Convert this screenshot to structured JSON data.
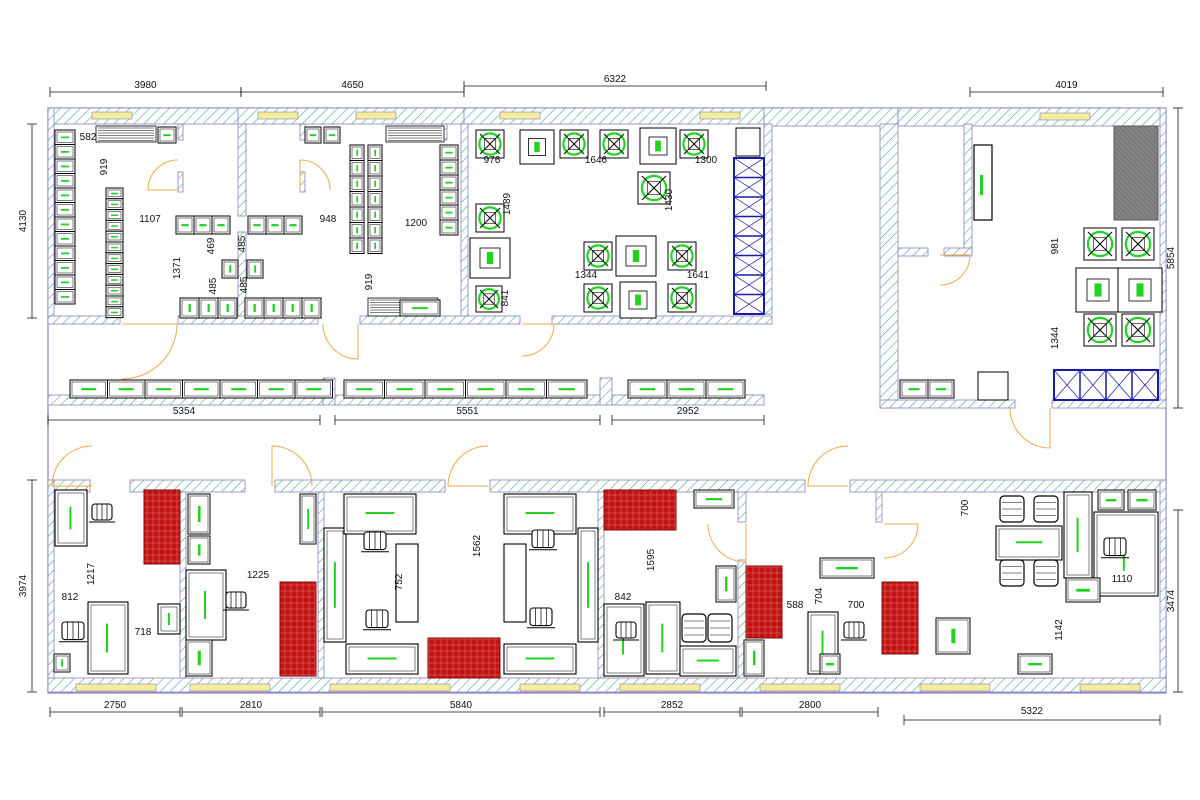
{
  "dims": {
    "top": [
      "3980",
      "4650",
      "6322",
      "4019"
    ],
    "left": [
      "4130",
      "3974"
    ],
    "right": [
      "5854",
      "3474"
    ],
    "mid": [
      "5354",
      "5551",
      "2952"
    ],
    "bottom": [
      "2750",
      "2810",
      "5840",
      "2852",
      "2800",
      "5322"
    ],
    "inner": [
      "582",
      "919",
      "1107",
      "469",
      "485",
      "1371",
      "485",
      "485",
      "948",
      "1200",
      "919",
      "976",
      "1646",
      "1300",
      "1489",
      "1430",
      "1344",
      "1641",
      "841",
      "981",
      "1344",
      "1217",
      "812",
      "718",
      "1225",
      "752",
      "1562",
      "842",
      "1595",
      "588",
      "704",
      "700",
      "700",
      "1110",
      "1142"
    ]
  },
  "colors": {
    "wall": "#8a7fbf",
    "hatch": "#3aa87a",
    "equipment": "#000000",
    "label": "#1fd31f",
    "rack": "#1a1aa8",
    "table_red": "#c01414",
    "door": "#f0a94a",
    "window": "#f4ee9a",
    "dark_panel": "#7a7a7a"
  }
}
